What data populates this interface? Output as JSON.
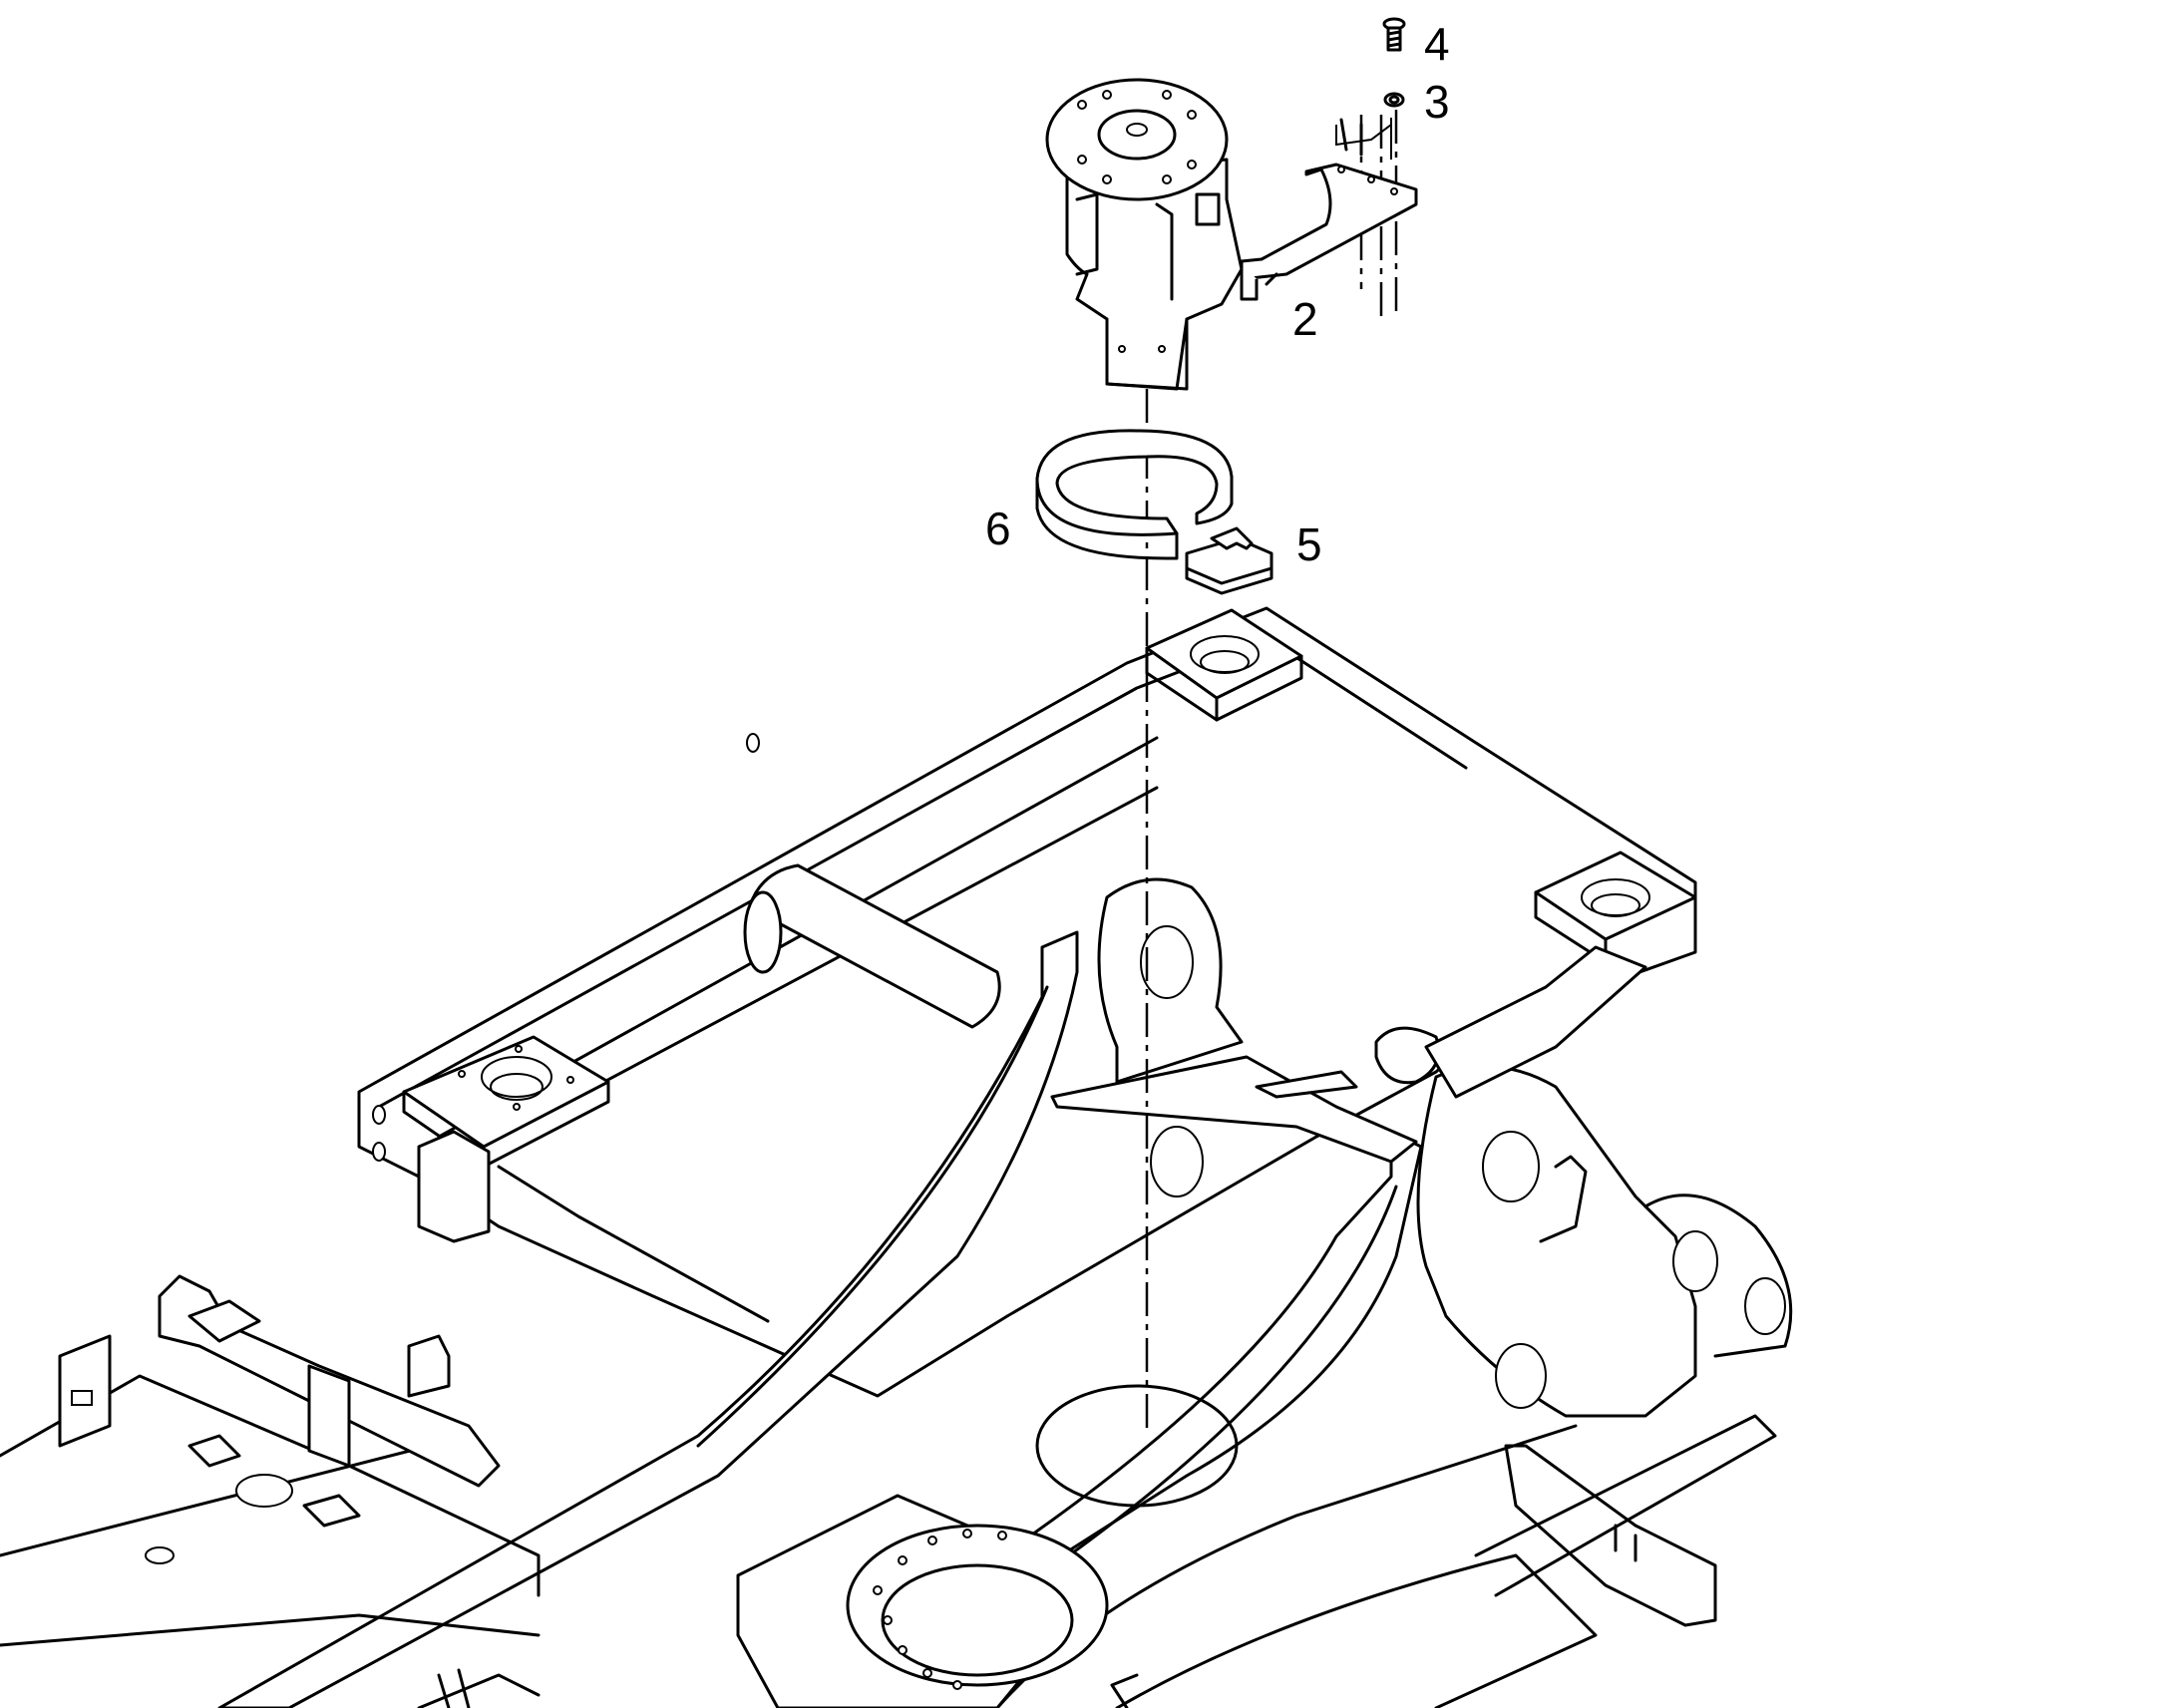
{
  "callouts": [
    {
      "id": "part-2",
      "label": "2"
    },
    {
      "id": "part-3",
      "label": "3"
    },
    {
      "id": "part-4",
      "label": "4"
    },
    {
      "id": "part-5",
      "label": "5"
    },
    {
      "id": "part-6",
      "label": "6"
    }
  ]
}
